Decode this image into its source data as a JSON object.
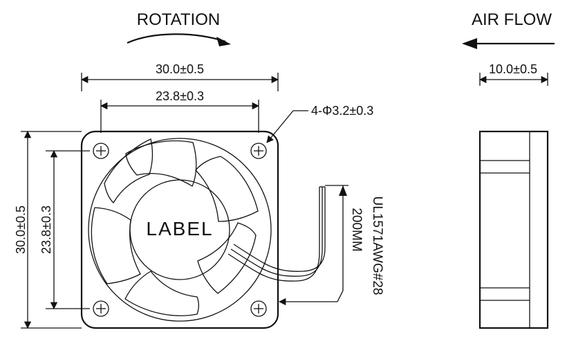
{
  "front_view": {
    "rotation_label": "ROTATION",
    "center_label": "LABEL",
    "width_dimension": "30.0±0.5",
    "hole_spacing_dimension": "23.8±0.3",
    "height_dimension": "30.0±0.5",
    "vertical_hole_spacing_dimension": "23.8±0.3",
    "hole_callout": "4-Φ3.2±0.3",
    "cable_length": "200MM",
    "cable_spec": "UL1571AWG#28"
  },
  "side_view": {
    "air_flow_label": "AIR FLOW",
    "thickness_dimension": "10.0±0.5"
  },
  "icons": {
    "rotation_arrow": "curved-arrow-icon",
    "air_flow_arrow": "left-arrow-icon"
  }
}
